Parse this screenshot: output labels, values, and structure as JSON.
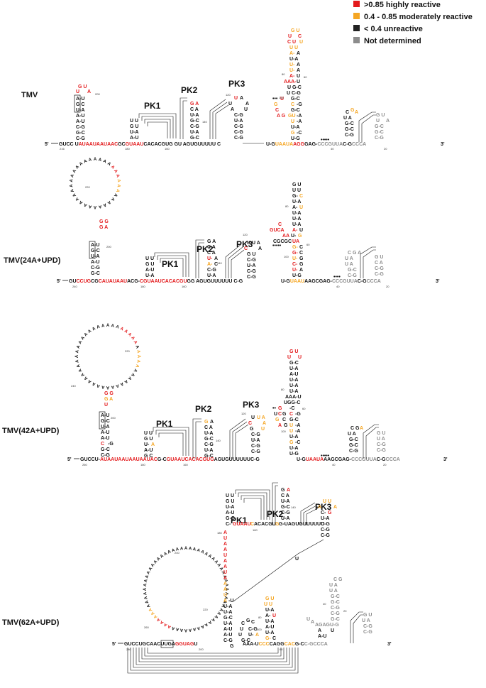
{
  "legend": {
    "items": [
      {
        "label": ">0.85 highly reactive",
        "color": "#e31a1c"
      },
      {
        "label": "0.4 - 0.85 moderately reactive",
        "color": "#f5a623"
      },
      {
        "label": "< 0.4 unreactive",
        "color": "#222222"
      },
      {
        "label": "Not determined",
        "color": "#8c8c8c"
      }
    ]
  },
  "colors": {
    "red": "#e31a1c",
    "orange": "#f5a623",
    "black": "#111111",
    "grey": "#8c8c8c"
  },
  "panels": [
    {
      "id": "tmv",
      "label": "TMV",
      "pk_labels": [
        "PK1",
        "PK2",
        "PK3"
      ],
      "five_prime": "5'",
      "three_prime": "3'",
      "numbers": [
        "216",
        "180",
        "160",
        "140",
        "120",
        "100",
        "80",
        "60",
        "40",
        "20",
        "200"
      ],
      "backbone": [
        {
          "t": "GUCC ",
          "c": "black"
        },
        {
          "t": "U",
          "c": "black"
        },
        {
          "t": "AUAAUAAUAAC",
          "c": "red"
        },
        {
          "t": "GC",
          "c": "black"
        },
        {
          "t": "GUAAU",
          "c": "red"
        },
        {
          "t": "CACACGUG GU AGUGUUUUU C",
          "c": "black"
        }
      ],
      "tail": [
        {
          "t": "U-G",
          "c": "black"
        },
        {
          "t": "UAAUA",
          "c": "orange"
        },
        {
          "t": "AGG",
          "c": "red"
        },
        {
          "t": "GAG-",
          "c": "black"
        },
        {
          "t": "CCCGUUA",
          "c": "grey"
        },
        {
          "t": "C-G",
          "c": "black"
        },
        {
          "t": "CCCA",
          "c": "grey"
        }
      ]
    },
    {
      "id": "tmv24",
      "label": "TMV(24A+UPD)",
      "pk_labels": [
        "PK1",
        "PK2",
        "PK3"
      ],
      "five_prime": "5'",
      "three_prime": "3'",
      "numbers": [
        "240",
        "220",
        "200",
        "180",
        "160",
        "140",
        "120",
        "100",
        "80",
        "60",
        "40",
        "20"
      ],
      "backbone": [
        {
          "t": "GU",
          "c": "black"
        },
        {
          "t": "CCUG",
          "c": "red"
        },
        {
          "t": "C",
          "c": "black"
        },
        {
          "t": "G",
          "c": "black"
        },
        {
          "t": "CAUA",
          "c": "red"
        },
        {
          "t": "UAAU",
          "c": "red"
        },
        {
          "t": "ACG-",
          "c": "black"
        },
        {
          "t": "CGUAAUCACACGU",
          "c": "red"
        },
        {
          "t": "GG AGUGUUUUUU C-G",
          "c": "black"
        }
      ],
      "tail": [
        {
          "t": "U-G",
          "c": "black"
        },
        {
          "t": "UAAU",
          "c": "orange"
        },
        {
          "t": "AAGCGA",
          "c": "black"
        },
        {
          "t": "G-",
          "c": "black"
        },
        {
          "t": "CCCGUUA",
          "c": "grey"
        },
        {
          "t": "C-G",
          "c": "black"
        },
        {
          "t": "CCCA",
          "c": "grey"
        }
      ]
    },
    {
      "id": "tmv42",
      "label": "TMV(42A+UPD)",
      "pk_labels": [
        "PK1",
        "PK2",
        "PK3"
      ],
      "five_prime": "5'",
      "three_prime": "3'",
      "numbers": [
        "260",
        "240",
        "220",
        "200",
        "180",
        "160",
        "140",
        "120",
        "100",
        "80",
        "60",
        "40",
        "20"
      ],
      "backbone": [
        {
          "t": "GUCC",
          "c": "black"
        },
        {
          "t": "U-",
          "c": "black"
        },
        {
          "t": "AUAAUAAUAAUAAUAC",
          "c": "red"
        },
        {
          "t": "G-C",
          "c": "black"
        },
        {
          "t": "GUAAUCACACGUG",
          "c": "red"
        },
        {
          "t": "AGUGUUUUUU",
          "c": "black"
        },
        {
          "t": "C-G",
          "c": "black"
        }
      ],
      "tail": [
        {
          "t": "U-G",
          "c": "black"
        },
        {
          "t": "UAAUA",
          "c": "red"
        },
        {
          "t": "AAGCGAG-",
          "c": "black"
        },
        {
          "t": "CCCGUUA",
          "c": "grey"
        },
        {
          "t": "C-G",
          "c": "black"
        },
        {
          "t": "CCCA",
          "c": "grey"
        }
      ]
    },
    {
      "id": "tmv62",
      "label": "TMV(62A+UPD)",
      "pk_labels": [
        "PK1",
        "PK2",
        "PK3"
      ],
      "five_prime": "5'",
      "three_prime": "3'",
      "numbers": [
        "280",
        "260",
        "240",
        "220",
        "200",
        "180",
        "160",
        "140",
        "100",
        "80",
        "60",
        "40",
        "20"
      ],
      "backbone": [
        {
          "t": "GUCCUGCAACU",
          "c": "black"
        },
        {
          "t": "UGA",
          "c": "black"
        },
        {
          "t": "GGUAG",
          "c": "red"
        },
        {
          "t": "U",
          "c": "black"
        }
      ],
      "tail": [
        {
          "t": "AAA-U",
          "c": "black"
        },
        {
          "t": "CCC",
          "c": "orange"
        },
        {
          "t": "CAGG",
          "c": "black"
        },
        {
          "t": "CAC",
          "c": "orange"
        },
        {
          "t": "G-C",
          "c": "black"
        },
        {
          "t": "C-GCCCA",
          "c": "grey"
        }
      ]
    }
  ]
}
